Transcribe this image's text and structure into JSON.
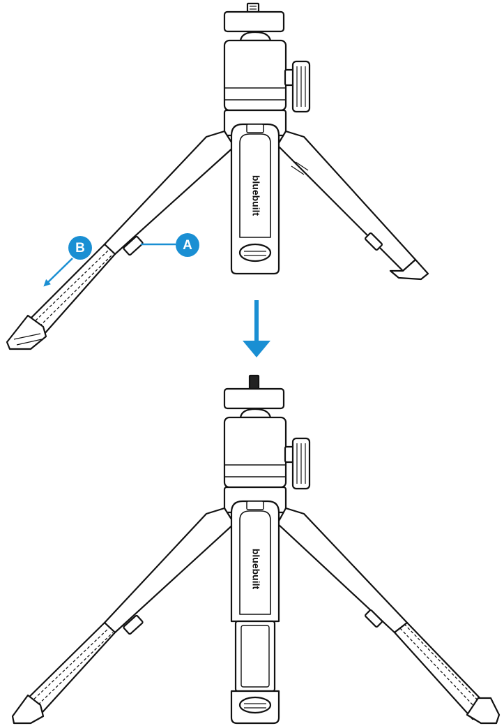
{
  "diagram": {
    "brand_top": "bluebuilt",
    "brand_bottom": "bluebuilt",
    "callout_a": "A",
    "callout_b": "B",
    "accent_color": "#1a8fd3",
    "line_color": "#111111"
  }
}
